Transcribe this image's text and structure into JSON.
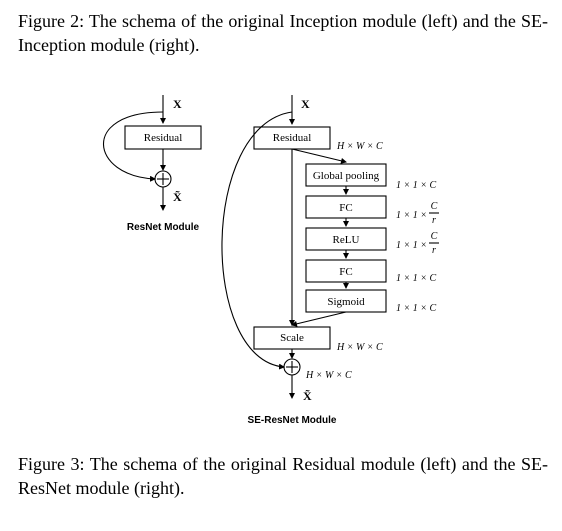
{
  "captions": {
    "top": "Figure 2: The schema of the original Inception module (left) and the SE-Inception module (right).",
    "bottom": "Figure 3: The schema of the original Residual module (left) and the SE-ResNet module (right)."
  },
  "resnet_module": {
    "input_label": "X",
    "residual_label": "Residual",
    "output_label": "X̃",
    "module_label": "ResNet Module"
  },
  "se_resnet_module": {
    "input_label": "X",
    "residual_label": "Residual",
    "residual_dim": "H × W × C",
    "global_pooling_label": "Global pooling",
    "global_pooling_dim": "1 × 1 × C",
    "fc1_label": "FC",
    "fc1_dim_prefix": "1 × 1 ×",
    "fc1_dim_num": "C",
    "fc1_dim_den": "r",
    "relu_label": "ReLU",
    "relu_dim_prefix": "1 × 1 ×",
    "relu_dim_num": "C",
    "relu_dim_den": "r",
    "fc2_label": "FC",
    "fc2_dim": "1 × 1 × C",
    "sigmoid_label": "Sigmoid",
    "sigmoid_dim": "1 × 1 × C",
    "scale_label": "Scale",
    "scale_dim": "H × W × C",
    "sum_dim": "H × W × C",
    "output_label": "X̃",
    "module_label": "SE-ResNet Module"
  }
}
